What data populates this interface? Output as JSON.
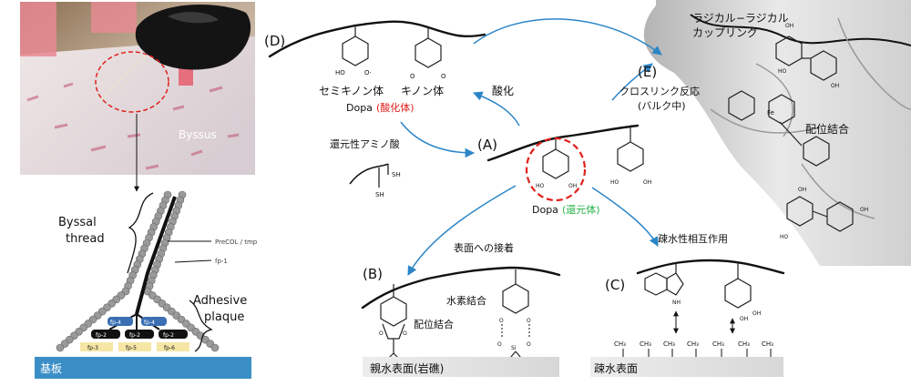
{
  "photo": {
    "label": "Byssus"
  },
  "mussel_diagram": {
    "thread_label": "Byssal\nthread",
    "precol_label": "PreCOL / tmp",
    "fp1_label": "fp-1",
    "plaque_label": "Adhesive\nplaque",
    "substrate_label": "基板",
    "proteins_top": [
      "fp-4",
      "fp-4"
    ],
    "proteins_mid": [
      "fp-2",
      "fp-2",
      "fp-2"
    ],
    "proteins_bottom": [
      "fp-3",
      "fp-5",
      "fp-6"
    ]
  },
  "labels": {
    "D": "(D)",
    "A": "(A)",
    "B": "(B)",
    "C": "(C)",
    "E": "(E)"
  },
  "texts": {
    "semiquinone": "セミキノン体",
    "quinone": "キノン体",
    "dopa_oxidized_prefix": "Dopa",
    "dopa_oxidized_suffix": "(酸化体)",
    "oxidation": "酸化",
    "reducing_amino_acid": "還元性アミノ酸",
    "sh": "SH",
    "dopa_reduced_prefix": "Dopa",
    "dopa_reduced_suffix": "(還元体)",
    "crosslink": "クロスリンク反応",
    "bulk": "(バルク中)",
    "radical_coupling_1": "ラジカル−ラジカル",
    "radical_coupling_2": "カップリング",
    "coordination_bond_e": "配位結合",
    "surface_contact": "表面への接着",
    "hydrophobic_interaction": "疎水性相互作用",
    "hydrogen_bond": "水素結合",
    "coordination_bond_b": "配位結合",
    "hydrophilic_surface": "親水表面(岩礁)",
    "hydrophobic_surface": "疎水表面",
    "oh": "OH",
    "ho": "HO",
    "o": "O",
    "nh": "NH",
    "fe": "Fe",
    "si": "Si",
    "ch3": "CH₃"
  },
  "colors": {
    "arrow": "#2b86c8",
    "oxidized_red": "#e0201b",
    "reduced_green": "#26b34a",
    "substrate_blue": "#3a8fc6",
    "dashed_red": "#e0201b"
  }
}
